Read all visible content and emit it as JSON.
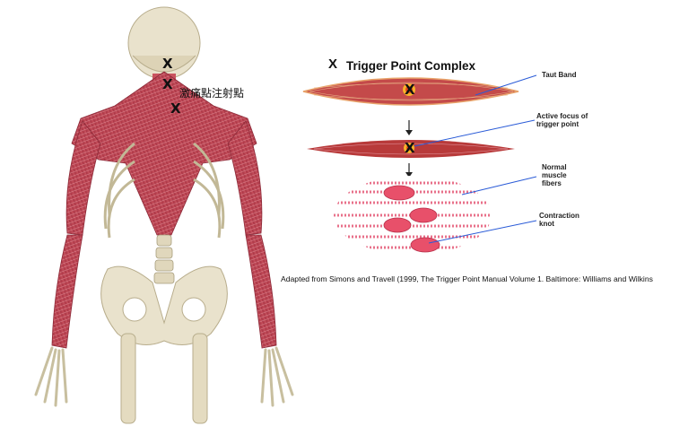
{
  "left": {
    "label_cn": "激痛點注射點",
    "x_symbol": "X",
    "x_marks": [
      "X",
      "X",
      "X"
    ]
  },
  "right": {
    "title": "Trigger Point Complex",
    "title_x": "X",
    "callouts": {
      "taut_band": "Taut Band",
      "active_focus": [
        "Active focus of",
        "trigger point"
      ],
      "normal_fibers": [
        "Normal",
        "muscle",
        "fibers"
      ],
      "contraction_knot": [
        "Contraction",
        "knot"
      ]
    },
    "band_x": "X",
    "fiber_x": "X"
  },
  "caption": "Adapted from Simons and Travell (1999, The Trigger Point Manual Volume 1. Baltimore: Williams and Wilkins",
  "colors": {
    "muscle_red": "#b83a4a",
    "bone": "#e8e0c8",
    "callout_line": "#2a5bd7",
    "fiber_pink": "#e8708a"
  }
}
